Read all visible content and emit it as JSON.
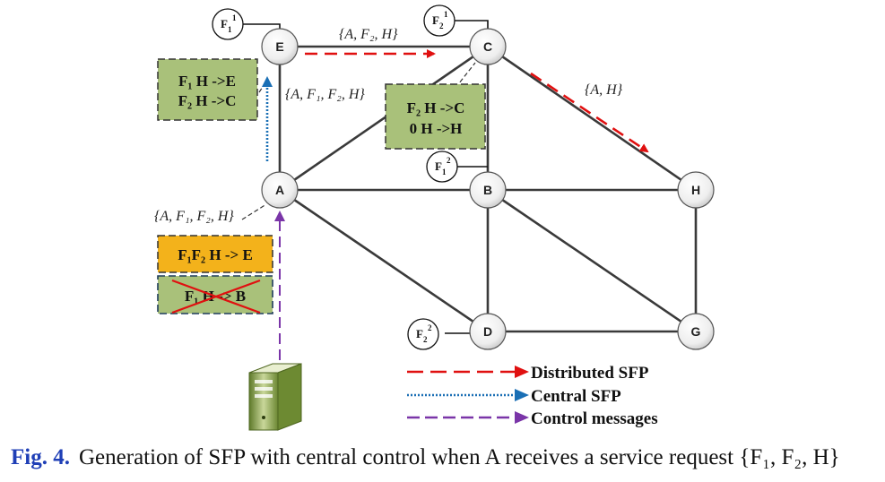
{
  "nodes": {
    "E": "E",
    "C": "C",
    "A": "A",
    "B": "B",
    "H": "H",
    "D": "D",
    "G": "G"
  },
  "functions": {
    "F1_1": {
      "base": "F",
      "sub": "1",
      "sup": "1"
    },
    "F2_1": {
      "base": "F",
      "sub": "2",
      "sup": "1"
    },
    "F1_2": {
      "base": "F",
      "sub": "1",
      "sup": "2"
    },
    "F2_2": {
      "base": "F",
      "sub": "2",
      "sup": "2"
    }
  },
  "sets": {
    "EC": "{A, F₂, H}",
    "EA": "{A, F₁, F₂, H}",
    "CH": "{A, H}",
    "A": "{A, F₁, F₂, H}"
  },
  "tables": {
    "E": [
      "F₁ H ->E",
      "F₂ H ->C"
    ],
    "C": [
      "F₂ H ->C",
      "0 H ->H"
    ],
    "A_active": "F₁F₂ H -> E",
    "A_crossed": "F₁ H -> B"
  },
  "legend": {
    "distributed": "Distributed SFP",
    "central": "Central SFP",
    "control": "Control messages"
  },
  "caption": {
    "label": "Fig. 4.",
    "text": "Generation of SFP with central control when A receives a service request {F₁, F₂, H}"
  },
  "colors": {
    "distributed": "#e01010",
    "central": "#1a6fb5",
    "control": "#7a35a8",
    "box_green": "#a9c17a",
    "box_orange": "#f3b21b",
    "caption_blue": "#1f3fb6"
  }
}
